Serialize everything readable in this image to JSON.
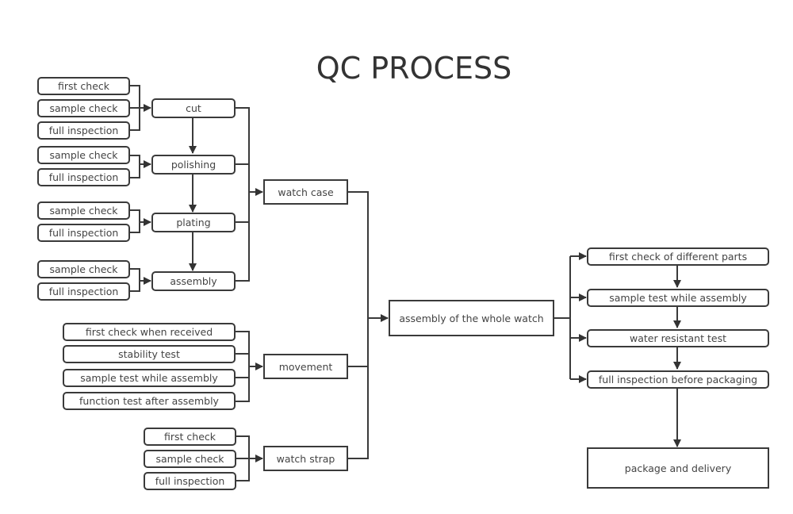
{
  "title": "QC PROCESS",
  "nodes": {
    "cut_first": "first check",
    "cut_sample": "sample check",
    "cut_full": "full inspection",
    "cut": "cut",
    "pol_sample": "sample check",
    "pol_full": "full inspection",
    "polishing": "polishing",
    "pla_sample": "sample check",
    "pla_full": "full inspection",
    "plating": "plating",
    "asm_sample": "sample check",
    "asm_full": "full inspection",
    "assembly": "assembly",
    "watch_case": "watch case",
    "mov_first": "first check when received",
    "mov_stability": "stability test",
    "mov_sample": "sample test while assembly",
    "mov_function": "function test after assembly",
    "movement": "movement",
    "str_first": "first check",
    "str_sample": "sample check",
    "str_full": "full inspection",
    "watch_strap": "watch strap",
    "whole": "assembly of the whole watch",
    "fin_first": "first check of different parts",
    "fin_sample": "sample test while assembly",
    "fin_water": "water resistant test",
    "fin_full": "full inspection before packaging",
    "package": "package and delivery"
  },
  "edges": [
    [
      "cut_first",
      "cut"
    ],
    [
      "cut_sample",
      "cut"
    ],
    [
      "cut_full",
      "cut"
    ],
    [
      "pol_sample",
      "polishing"
    ],
    [
      "pol_full",
      "polishing"
    ],
    [
      "pla_sample",
      "plating"
    ],
    [
      "pla_full",
      "plating"
    ],
    [
      "asm_sample",
      "assembly"
    ],
    [
      "asm_full",
      "assembly"
    ],
    [
      "cut",
      "polishing"
    ],
    [
      "polishing",
      "plating"
    ],
    [
      "plating",
      "assembly"
    ],
    [
      "cut",
      "watch_case"
    ],
    [
      "polishing",
      "watch_case"
    ],
    [
      "plating",
      "watch_case"
    ],
    [
      "assembly",
      "watch_case"
    ],
    [
      "mov_first",
      "movement"
    ],
    [
      "mov_stability",
      "movement"
    ],
    [
      "mov_sample",
      "movement"
    ],
    [
      "mov_function",
      "movement"
    ],
    [
      "str_first",
      "watch_strap"
    ],
    [
      "str_sample",
      "watch_strap"
    ],
    [
      "str_full",
      "watch_strap"
    ],
    [
      "watch_case",
      "whole"
    ],
    [
      "movement",
      "whole"
    ],
    [
      "watch_strap",
      "whole"
    ],
    [
      "whole",
      "fin_first"
    ],
    [
      "whole",
      "fin_sample"
    ],
    [
      "whole",
      "fin_water"
    ],
    [
      "whole",
      "fin_full"
    ],
    [
      "fin_first",
      "fin_sample"
    ],
    [
      "fin_sample",
      "fin_water"
    ],
    [
      "fin_water",
      "fin_full"
    ],
    [
      "fin_full",
      "package"
    ]
  ]
}
